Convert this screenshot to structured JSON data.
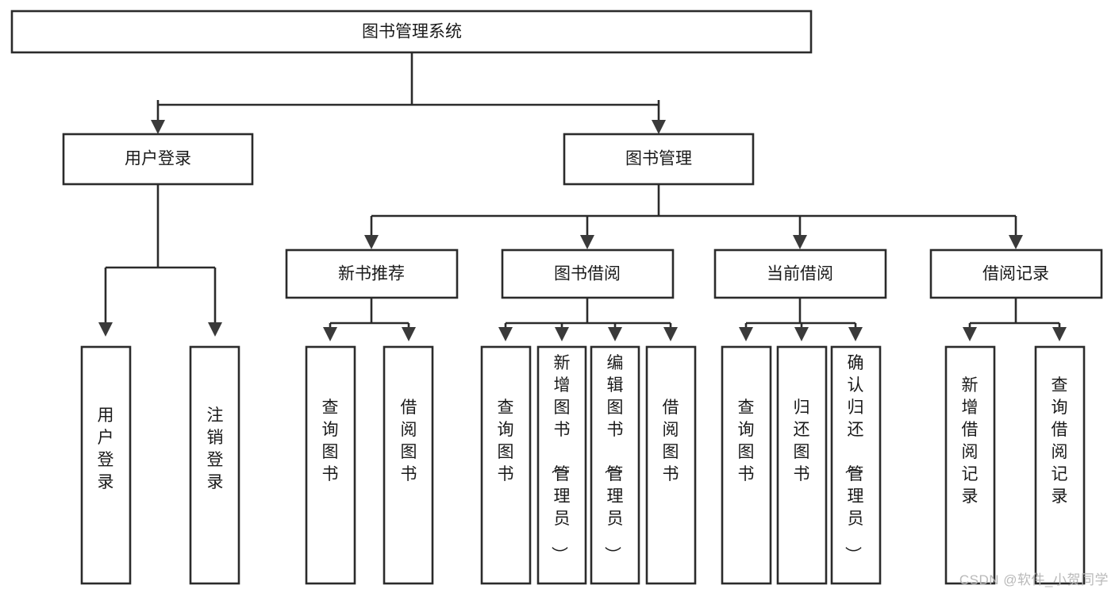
{
  "diagram": {
    "title": "图书管理系统",
    "type": "tree-hierarchy-chart",
    "watermark": "CSDN @软件_小贺同学",
    "colors": {
      "box_fill": "#ffffff",
      "box_stroke": "#2b2b2b",
      "line": "#2b2b2b",
      "arrow": "#3a3a3a",
      "text": "#1a1a1a",
      "watermark": "#b9b9b9"
    },
    "nodes": {
      "root": {
        "label": "图书管理系统"
      },
      "level2": [
        {
          "id": "user-login",
          "label": "用户登录"
        },
        {
          "id": "book-manage",
          "label": "图书管理"
        }
      ],
      "level3": [
        {
          "id": "new-book-recommend",
          "label": "新书推荐"
        },
        {
          "id": "book-borrow",
          "label": "图书借阅"
        },
        {
          "id": "current-borrow",
          "label": "当前借阅"
        },
        {
          "id": "borrow-record",
          "label": "借阅记录"
        }
      ],
      "leaves": {
        "user_login": [
          {
            "id": "leaf-user-login",
            "label": "用户登录"
          },
          {
            "id": "leaf-logout",
            "label": "注销登录"
          }
        ],
        "new_book_recommend": [
          {
            "id": "leaf-query-book-1",
            "label": "查询图书"
          },
          {
            "id": "leaf-borrow-book-1",
            "label": "借阅图书"
          }
        ],
        "book_borrow": [
          {
            "id": "leaf-query-book-2",
            "label": "查询图书"
          },
          {
            "id": "leaf-add-book",
            "label": "新增图书（管理员）"
          },
          {
            "id": "leaf-edit-book",
            "label": "编辑图书（管理员）"
          },
          {
            "id": "leaf-borrow-book-2",
            "label": "借阅图书"
          }
        ],
        "current_borrow": [
          {
            "id": "leaf-query-book-3",
            "label": "查询图书"
          },
          {
            "id": "leaf-return-book",
            "label": "归还图书"
          },
          {
            "id": "leaf-confirm-return",
            "label": "确认归还（管理员）"
          }
        ],
        "borrow_record": [
          {
            "id": "leaf-add-record",
            "label": "新增借阅记录"
          },
          {
            "id": "leaf-query-record",
            "label": "查询借阅记录"
          }
        ]
      }
    }
  }
}
